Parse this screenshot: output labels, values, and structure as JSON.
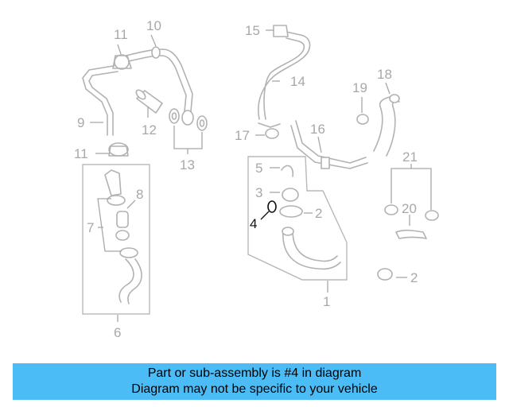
{
  "diagram": {
    "callouts": [
      "1",
      "2",
      "3",
      "4",
      "5",
      "6",
      "7",
      "8",
      "9",
      "10",
      "11",
      "12",
      "13",
      "14",
      "15",
      "16",
      "17",
      "18",
      "19",
      "20",
      "21"
    ],
    "highlighted": "4",
    "colors": {
      "callout": "#a8a8a8",
      "highlight": "#111111",
      "banner": "#4cbcf6"
    }
  },
  "banner": {
    "line1": "Part or sub-assembly is #4 in diagram",
    "line2": "Diagram may not be specific to your vehicle"
  }
}
